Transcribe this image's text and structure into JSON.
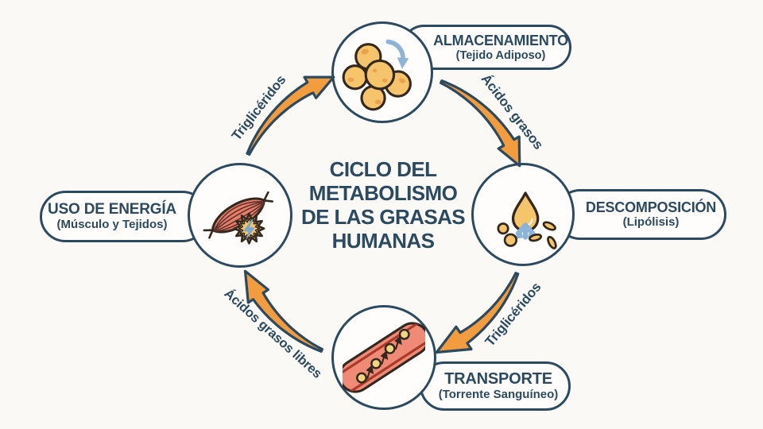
{
  "title": {
    "lines": [
      "CICLO DEL",
      "METABOLISMO",
      "DE LAS GRASAS",
      "HUMANAS"
    ]
  },
  "nodes": {
    "storage": {
      "label": "ALMACENAMIENTO",
      "sublabel": "(Tejido Adiposo)",
      "icon": "fat-cells-icon"
    },
    "breakdown": {
      "label": "DESCOMPOSICIÓN",
      "sublabel": "(Lipólisis)",
      "icon": "lipolysis-droplet-icon"
    },
    "transport": {
      "label": "TRANSPORTE",
      "sublabel": "(Torrente Sanguíneo)",
      "icon": "blood-vessel-icon"
    },
    "energy": {
      "label": "USO DE ENERGÍA",
      "sublabel": "(Músculo y Tejidos)",
      "icon": "muscle-energy-icon"
    }
  },
  "arrows": {
    "energy_to_storage": {
      "label": "Triglicéridos"
    },
    "storage_to_breakdown": {
      "label": "Ácidos grasos"
    },
    "breakdown_to_transport": {
      "label": "Triglicéridos"
    },
    "transport_to_energy": {
      "label": "Ácidos grasos libres"
    }
  },
  "colors": {
    "background": "#faf9f5",
    "navy": "#2b4a60",
    "outline_dark": "#33281f",
    "orange": "#f29c3e",
    "yellow": "#f6c46a",
    "yellow_spot": "#e9a34f",
    "salmon": "#ee8a75",
    "dark_red": "#a83a2b",
    "light_blue": "#8cb4d9"
  }
}
